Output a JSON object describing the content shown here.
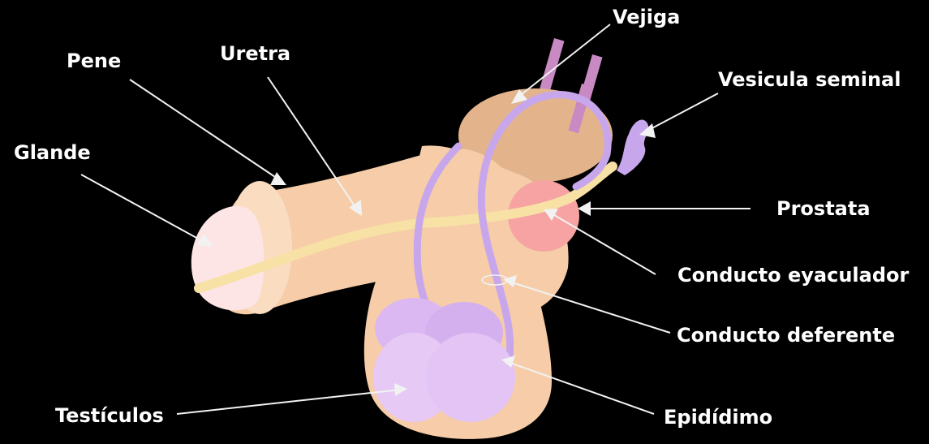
{
  "labels": {
    "vejiga": "Vejiga",
    "pene": "Pene",
    "uretra": "Uretra",
    "vesicula": "Vesicula seminal",
    "glande": "Glande",
    "prostata": "Prostata",
    "eyaculador": "Conducto eyaculador",
    "deferente": "Conducto deferente",
    "testiculos": "Testículos",
    "epididimo": "Epidídimo"
  },
  "colors": {
    "background": "#000000",
    "skin": "#f6cda8",
    "skin_light": "#fadcc0",
    "glans": "#fde5e6",
    "bladder": "#e3b48c",
    "ureter": "#c98ac4",
    "prostate": "#f7a3a3",
    "urethra": "#f8e1a5",
    "vas_deferens": "#c7a6ec",
    "testicle": "#e3c4f4",
    "label_text": "#ffffff",
    "leader_line": "#f2f2f2"
  }
}
